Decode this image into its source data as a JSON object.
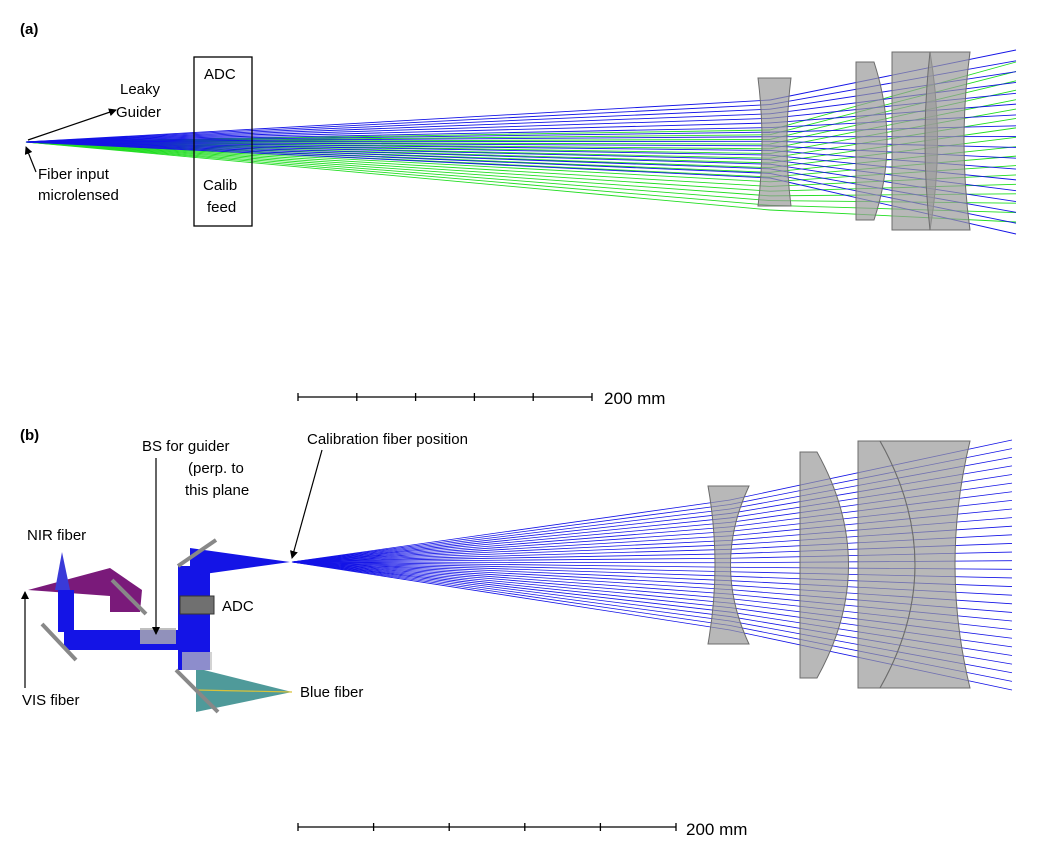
{
  "panel_a": {
    "letter": "(a)",
    "labels": {
      "adc": "ADC",
      "calib_1": "Calib",
      "calib_2": "feed",
      "leaky_1": "Leaky",
      "leaky_2": "Guider",
      "fiber_1": "Fiber input",
      "fiber_2": "microlensed"
    },
    "scale_label": "200 mm"
  },
  "panel_b": {
    "letter": "(b)",
    "labels": {
      "bs_1": "BS for guider",
      "bs_2": "(perp. to",
      "bs_3": "this plane",
      "calib_pos": "Calibration fiber position",
      "nir": "NIR fiber",
      "adc": "ADC",
      "vis": "VIS fiber",
      "blue": "Blue fiber"
    },
    "scale_label": "200 mm"
  },
  "colors": {
    "ray_blue": "#1414e6",
    "ray_green": "#22dd22",
    "lens_gray": "#9a9a9a",
    "purple": "#7a1a7a",
    "teal": "#4f9a9a"
  }
}
